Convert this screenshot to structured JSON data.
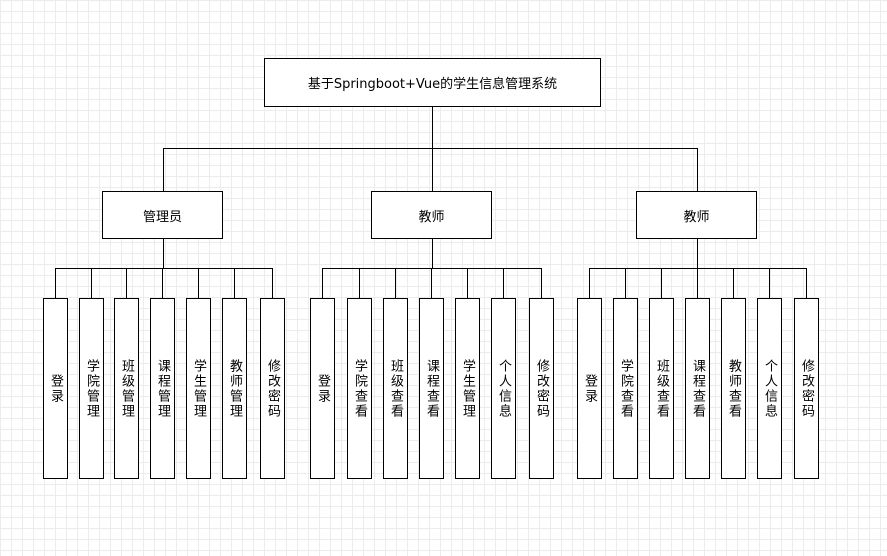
{
  "root": {
    "label": "基于Springboot+Vue的学生信息管理系统"
  },
  "groups": [
    {
      "label": "管理员",
      "items": [
        "登录",
        "学院管理",
        "班级管理",
        "课程管理",
        "学生管理",
        "教师管理",
        "修改密码"
      ]
    },
    {
      "label": "教师",
      "items": [
        "登录",
        "学院查看",
        "班级查看",
        "课程查看",
        "学生管理",
        "个人信息",
        "修改密码"
      ]
    },
    {
      "label": "教师",
      "items": [
        "登录",
        "学院查看",
        "班级查看",
        "课程查看",
        "教师查看",
        "个人信息",
        "修改密码"
      ]
    }
  ]
}
